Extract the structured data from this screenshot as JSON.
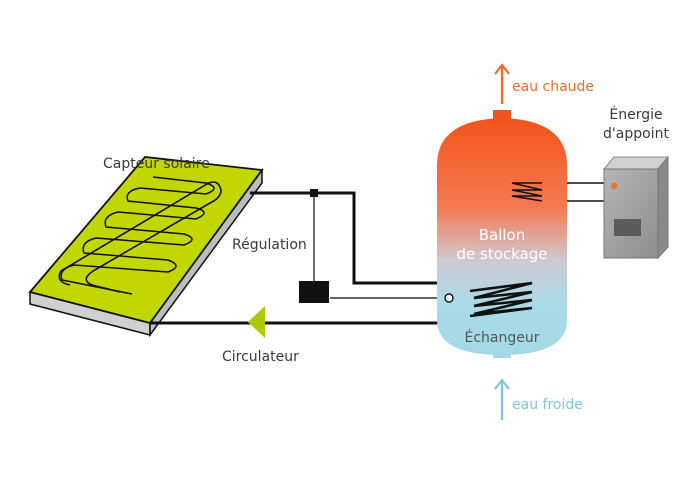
{
  "labels": {
    "capteur": "Capteur solaire",
    "regulation": "Régulation",
    "circulateur": "Circulateur",
    "eau_chaude": "eau chaude",
    "eau_froide": "eau froide",
    "energie_line1": "Énergie",
    "energie_line2": "d'appoint",
    "ballon_line1": "Ballon",
    "ballon_line2": "de stockage",
    "echangeur": "Échangeur"
  },
  "colors": {
    "hot": "#f25a1e",
    "cold": "#a7dbe6",
    "eau_chaude_text": "#f06a2a",
    "eau_froide_text": "#7ec6d8",
    "panel": "#c2d600",
    "circulateur": "#b3c700",
    "pipe": "#111111",
    "box": "#9c9c9c"
  },
  "icons": {
    "hot_water_arrow": "arrow-up-icon",
    "cold_water_arrow": "arrow-up-icon",
    "circulateur": "triangle-left-icon"
  }
}
